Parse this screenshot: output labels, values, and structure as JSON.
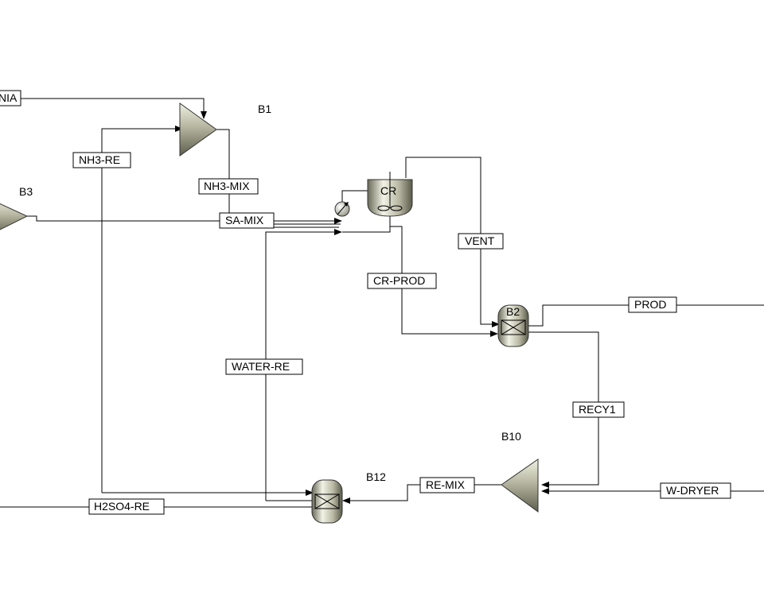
{
  "blocks": {
    "b1": "B1",
    "b3": "B3",
    "b10": "B10",
    "b12": "B12",
    "b2": "B2",
    "cr": "CR"
  },
  "streams": {
    "ammonia": "NIA",
    "nh3_re": "NH3-RE",
    "nh3_mix": "NH3-MIX",
    "sa_mix": "SA-MIX",
    "vent": "VENT",
    "cr_prod": "CR-PROD",
    "prod": "PROD",
    "water_re": "WATER-RE",
    "recy1": "RECY1",
    "re_mix": "RE-MIX",
    "w_dryer": "W-DRYER",
    "h2so4_re": "H2SO4-RE"
  },
  "colors": {
    "line": "#000000",
    "equipment_light": "#e6e6d6",
    "equipment_dark": "#6a6a58"
  }
}
